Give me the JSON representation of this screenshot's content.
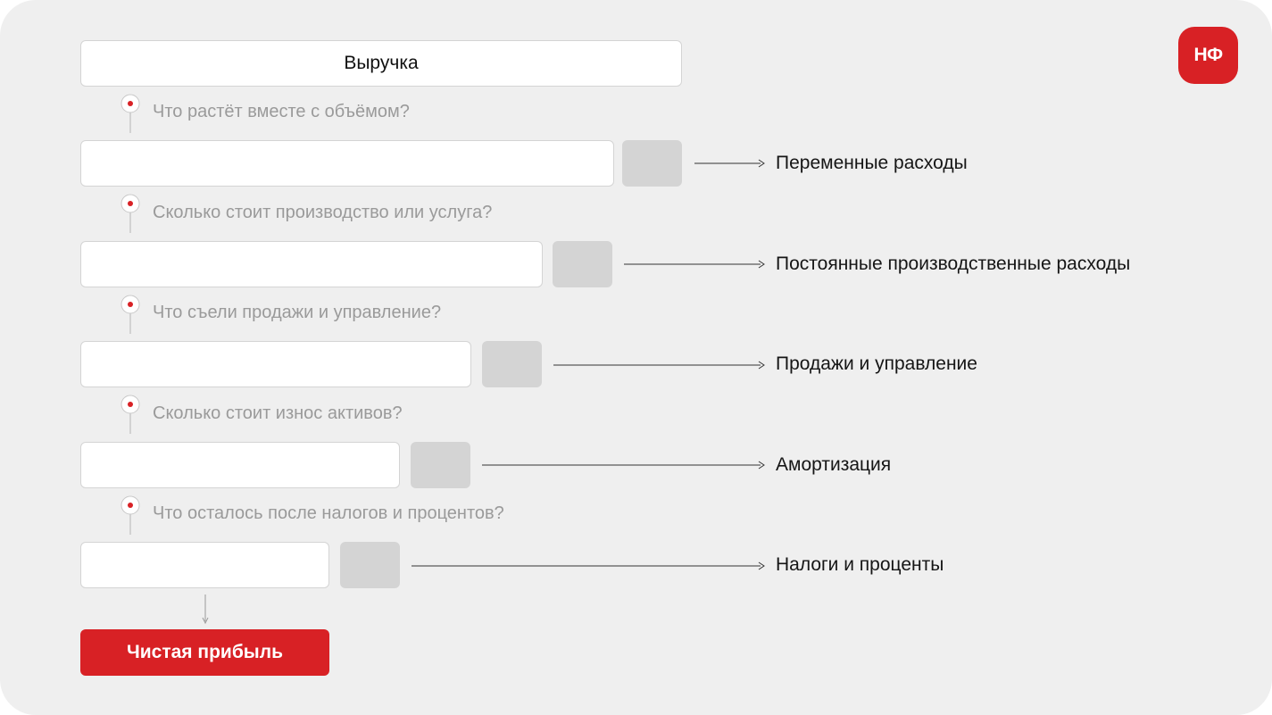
{
  "logo": {
    "text": "НФ"
  },
  "revenue": {
    "label": "Выручка"
  },
  "steps": [
    {
      "question": "Что растёт вместе с объёмом?",
      "label": "Переменные расходы"
    },
    {
      "question": "Сколько стоит производство или услуга?",
      "label": "Постоянные производственные расходы"
    },
    {
      "question": "Что съели продажи и управление?",
      "label": "Продажи и управление"
    },
    {
      "question": "Сколько стоит износ активов?",
      "label": "Амортизация"
    },
    {
      "question": "Что осталось после налогов и процентов?",
      "label": "Налоги и проценты"
    }
  ],
  "result": {
    "label": "Чистая прибыль"
  },
  "colors": {
    "accent": "#d82125",
    "background": "#efefef",
    "cost_block": "#d4d4d4",
    "question_text": "#9a9a9a"
  }
}
